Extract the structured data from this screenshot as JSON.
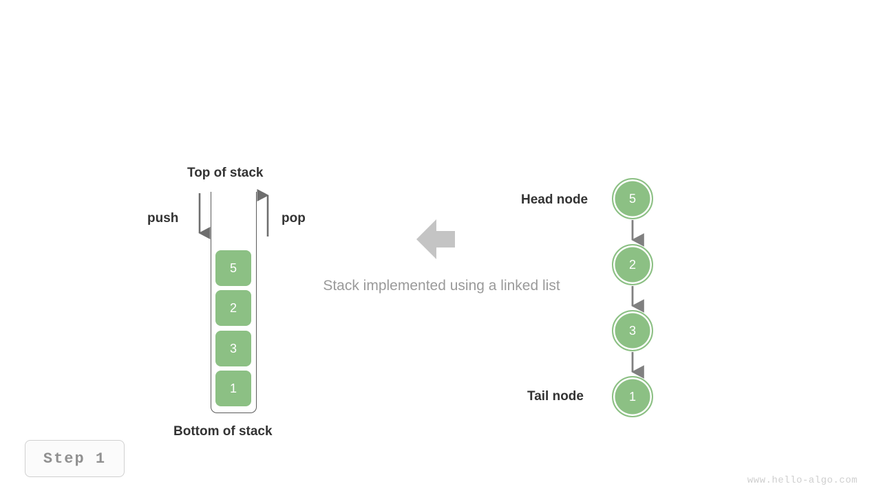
{
  "page": {
    "background_color": "#ffffff",
    "watermark": "www.hello-algo.com",
    "caption": "Stack implemented using a linked list"
  },
  "colors": {
    "node_green": "#8cc084",
    "arrow_gray": "#6e6e6e",
    "big_arrow_gray": "#c4c4c4",
    "label_dark": "#333333",
    "caption_gray": "#9a9a9a",
    "badge_border": "#d0d0d0",
    "badge_text": "#909090",
    "watermark_gray": "#cfcfcf",
    "container_stroke": "#5a5a5a"
  },
  "array_stack": {
    "top_label": "Top of stack",
    "bottom_label": "Bottom of stack",
    "push_label": "push",
    "pop_label": "pop",
    "push_icon": "arrow-down-icon",
    "pop_icon": "arrow-up-icon",
    "cells": [
      {
        "value": "5"
      },
      {
        "value": "2"
      },
      {
        "value": "3"
      },
      {
        "value": "1"
      }
    ]
  },
  "transform_arrow": {
    "icon": "arrow-left-icon",
    "direction": "left"
  },
  "linked_list": {
    "head_label": "Head node",
    "tail_label": "Tail node",
    "nodes": [
      {
        "value": "5"
      },
      {
        "value": "2"
      },
      {
        "value": "3"
      },
      {
        "value": "1"
      }
    ],
    "link_icon": "arrow-down-icon"
  },
  "step_badge": {
    "text": "Step 1"
  }
}
